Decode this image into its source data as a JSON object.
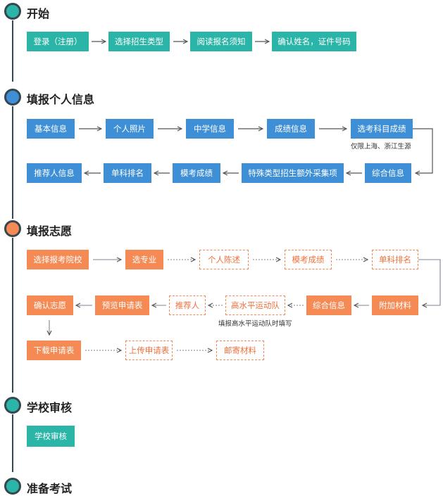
{
  "sections": {
    "start": {
      "title": "开始",
      "color": "#2bb5a8"
    },
    "personal": {
      "title": "填报个人信息",
      "color": "#3f8fd6"
    },
    "wish": {
      "title": "填报志愿",
      "color": "#f58a54"
    },
    "review": {
      "title": "学校审核",
      "color": "#2bb5a8"
    },
    "exam": {
      "title": "准备考试",
      "color": "#2bb5a8"
    }
  },
  "start": {
    "steps": [
      "登录（注册）",
      "选择招生类型",
      "阅读报名须知",
      "确认姓名，证件号码"
    ]
  },
  "personal": {
    "row1": [
      "基本信息",
      "个人照片",
      "中学信息",
      "成绩信息",
      "选考科目成绩"
    ],
    "row1_note": "仅限上海、浙江生源",
    "row2": [
      "推荐人信息",
      "单科排名",
      "模考成绩",
      "特殊类型招生额外采集项",
      "综合信息"
    ]
  },
  "wish": {
    "row1": [
      "选择报考院校",
      "选专业",
      "个人陈述",
      "模考成绩",
      "单科排名"
    ],
    "row2": [
      "确认志愿",
      "预览申请表",
      "推荐人",
      "高水平运动队",
      "综合信息",
      "附加材料"
    ],
    "row2_note": "填报高水平运动队时填写",
    "row3": [
      "下载申请表",
      "上传申请表",
      "邮寄材料"
    ]
  },
  "review": {
    "steps": [
      "学校审核"
    ]
  }
}
